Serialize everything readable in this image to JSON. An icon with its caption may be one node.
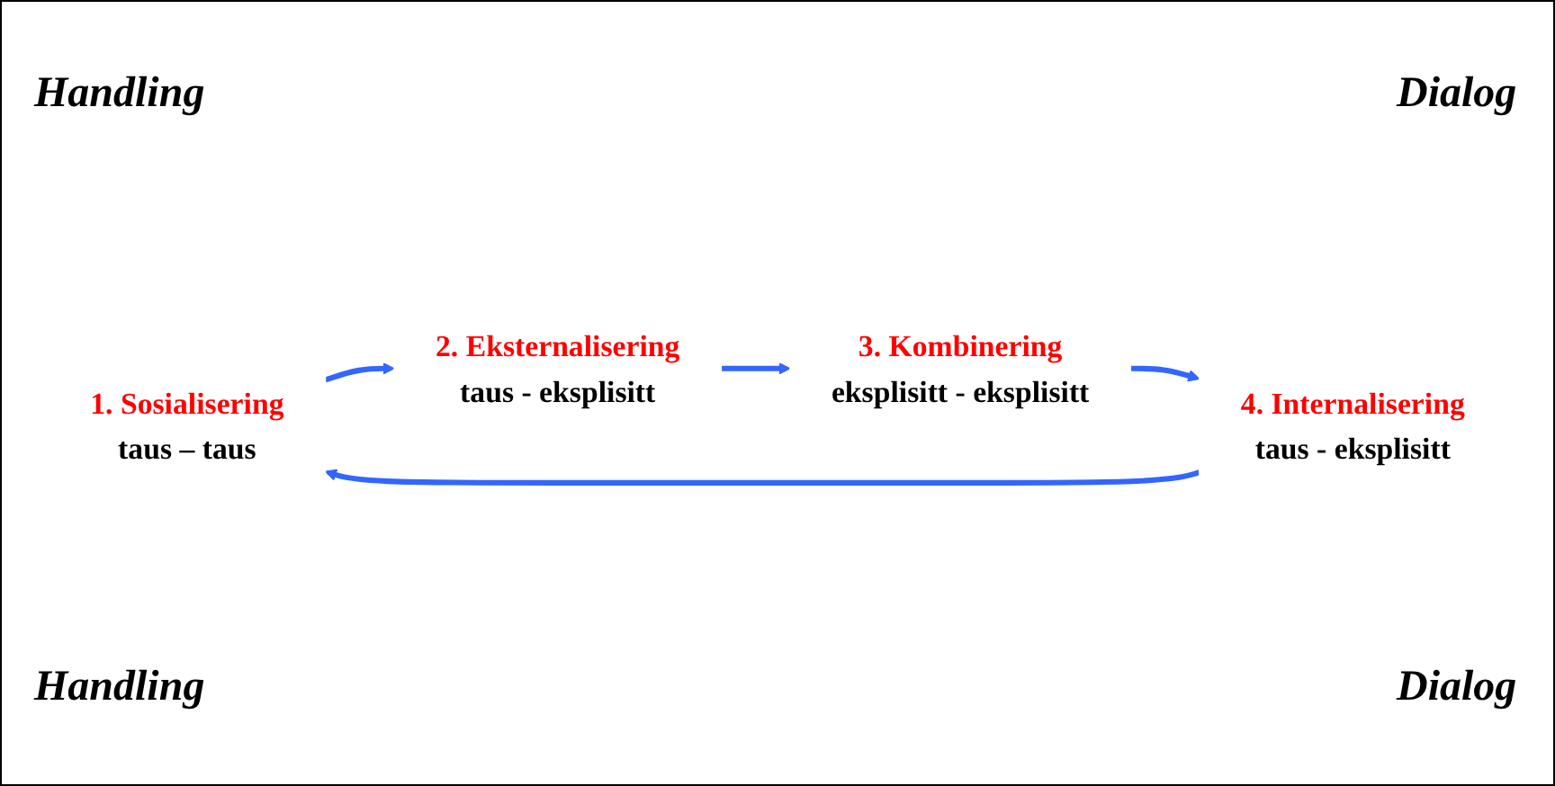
{
  "diagram": {
    "nodes": [
      {
        "text": [
          "1. Sosialisering",
          "taus – taus"
        ]
      },
      {
        "text": [
          "2. Eksternalisering",
          "taus - eksplisitt"
        ]
      },
      {
        "text": [
          "3. Kombinering",
          "eksplisitt - eksplisitt"
        ]
      },
      {
        "text": [
          "4. Internalisering",
          "taus - eksplisitt"
        ]
      }
    ],
    "edges": [
      {
        "from": 0,
        "to": 1,
        "arrow": "to",
        "color": "#3366ff"
      },
      {
        "from": 1,
        "to": 2,
        "arrow": "to",
        "color": "#3366ff"
      },
      {
        "from": 2,
        "to": 3,
        "arrow": "to",
        "color": "#3366ff"
      },
      {
        "from": 3,
        "to": 0,
        "arrow": "to",
        "color": "#3366ff"
      }
    ],
    "labels": [
      "Handling",
      "Dialog",
      "Handling",
      "Dialog"
    ]
  }
}
